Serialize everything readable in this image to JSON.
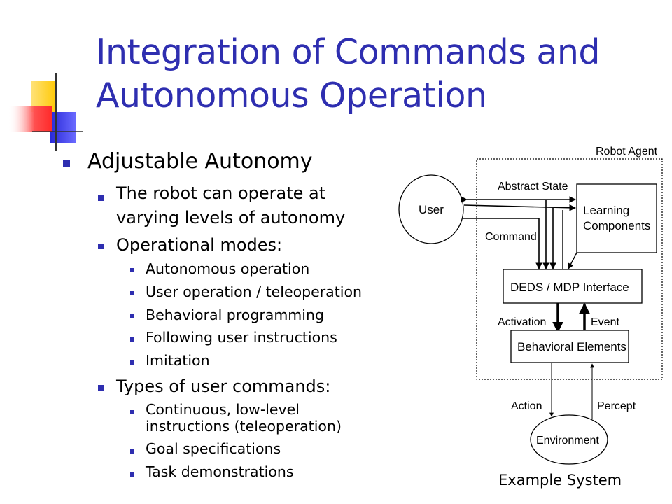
{
  "slide": {
    "title_line1": "Integration of Commands and",
    "title_line2": "Autonomous Operation"
  },
  "content": {
    "l1": "Adjustable Autonomy",
    "robot_levels_line1": "The robot can operate at",
    "robot_levels_line2": "varying levels of autonomy",
    "modes_heading": "Operational modes:",
    "modes": [
      "Autonomous operation",
      "User operation / teleoperation",
      "Behavioral programming",
      "Following user instructions",
      "Imitation"
    ],
    "commands_heading": "Types of user commands:",
    "commands_item1_line1": "Continuous, low-level",
    "commands_item1_line2": "instructions (teleoperation)",
    "commands_item2": "Goal specifications",
    "commands_item3": "Task demonstrations"
  },
  "diagram": {
    "robot_agent": "Robot Agent",
    "user": "User",
    "abstract_state": "Abstract State",
    "command": "Command",
    "learning_line1": "Learning",
    "learning_line2": "Components",
    "deds": "DEDS / MDP Interface",
    "activation": "Activation",
    "event": "Event",
    "behavioral": "Behavioral Elements",
    "action": "Action",
    "percept": "Percept",
    "environment": "Environment",
    "caption": "Example System"
  },
  "colors": {
    "title": "#2e2eb0",
    "bullet": "#2e2eb0",
    "deco_yellow": "#ffd23c",
    "deco_blue": "#3c3ccf",
    "deco_red": "#ff4a4a"
  }
}
